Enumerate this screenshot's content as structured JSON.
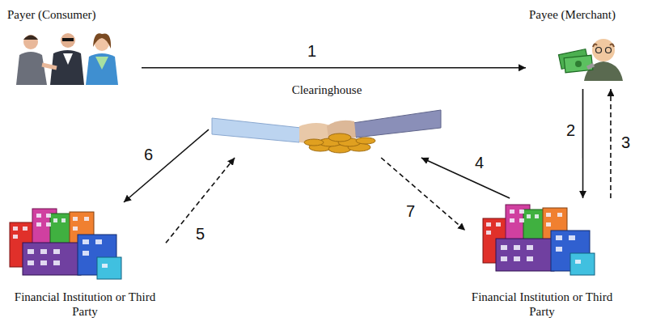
{
  "diagram": {
    "nodes": [
      {
        "text": [
          "Payer (Consumer)"
        ]
      },
      {
        "text": [
          "Payee (Merchant)"
        ]
      },
      {
        "text": [
          "Clearinghouse"
        ]
      },
      {
        "text": [
          "Financial Institution or Third Party"
        ]
      },
      {
        "text": [
          "Financial Institution or Third Party"
        ]
      }
    ],
    "edges": [
      {
        "from": 0,
        "to": 1,
        "arrow": "to",
        "label": "1"
      },
      {
        "from": 1,
        "to": 4,
        "arrow": "to",
        "label": "2"
      },
      {
        "from": 4,
        "to": 1,
        "arrow": "to",
        "label": "3"
      },
      {
        "from": 4,
        "to": 2,
        "arrow": "to",
        "label": "4"
      },
      {
        "from": 3,
        "to": 2,
        "arrow": "to",
        "label": "5"
      },
      {
        "from": 2,
        "to": 3,
        "arrow": "to",
        "label": "6"
      },
      {
        "from": 2,
        "to": 4,
        "arrow": "to",
        "label": "7"
      }
    ]
  }
}
